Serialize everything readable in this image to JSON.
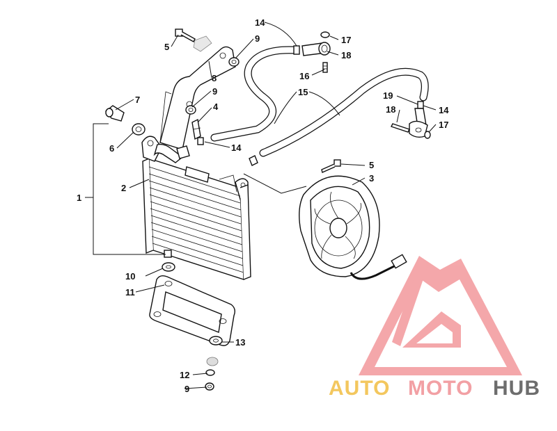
{
  "diagram": {
    "callouts": [
      {
        "id": "c1",
        "text": "1"
      },
      {
        "id": "c2",
        "text": "2"
      },
      {
        "id": "c3",
        "text": "3"
      },
      {
        "id": "c4",
        "text": "4"
      },
      {
        "id": "c5a",
        "text": "5"
      },
      {
        "id": "c5b",
        "text": "5"
      },
      {
        "id": "c6",
        "text": "6"
      },
      {
        "id": "c7",
        "text": "7"
      },
      {
        "id": "c8",
        "text": "8"
      },
      {
        "id": "c9a",
        "text": "9"
      },
      {
        "id": "c9b",
        "text": "9"
      },
      {
        "id": "c9c",
        "text": "9"
      },
      {
        "id": "c10",
        "text": "10"
      },
      {
        "id": "c11",
        "text": "11"
      },
      {
        "id": "c12",
        "text": "12"
      },
      {
        "id": "c13",
        "text": "13"
      },
      {
        "id": "c14a",
        "text": "14"
      },
      {
        "id": "c14b",
        "text": "14"
      },
      {
        "id": "c14c",
        "text": "14"
      },
      {
        "id": "c15",
        "text": "15"
      },
      {
        "id": "c16",
        "text": "16"
      },
      {
        "id": "c17a",
        "text": "17"
      },
      {
        "id": "c17b",
        "text": "17"
      },
      {
        "id": "c18a",
        "text": "18"
      },
      {
        "id": "c18b",
        "text": "18"
      },
      {
        "id": "c19",
        "text": "19"
      }
    ]
  },
  "watermark": {
    "part1": "AUTO",
    "part2": "MOTO",
    "part3": "HUB",
    "colors": {
      "gold": "#f3c75e",
      "pink": "#f2a0a4",
      "gray": "#6d6d6d",
      "logo": "#f4a3a6"
    }
  }
}
